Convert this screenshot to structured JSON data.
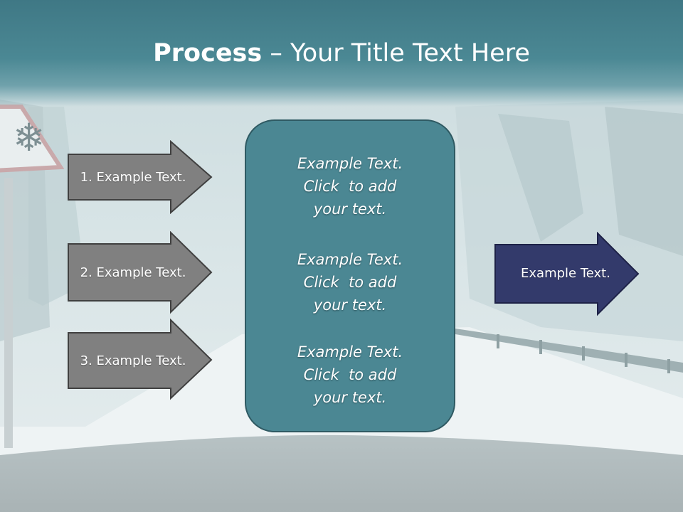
{
  "title": {
    "bold": "Process",
    "rest": " – Your Title Text Here"
  },
  "left_arrows": [
    {
      "label": "1. Example Text."
    },
    {
      "label": "2. Example Text."
    },
    {
      "label": "3. Example Text."
    }
  ],
  "center_box": {
    "blocks": [
      {
        "lines": [
          "Example Text.",
          "Click  to add",
          "your text."
        ]
      },
      {
        "lines": [
          "Example Text.",
          "Click  to add",
          "your text."
        ]
      },
      {
        "lines": [
          "Example Text.",
          "Click  to add",
          "your text."
        ]
      }
    ]
  },
  "right_arrow": {
    "label": "Example Text."
  },
  "colors": {
    "header": "#4b8894",
    "left_arrow_fill": "#808080",
    "center_box_fill": "#4b8793",
    "right_arrow_fill": "#333a6b"
  }
}
